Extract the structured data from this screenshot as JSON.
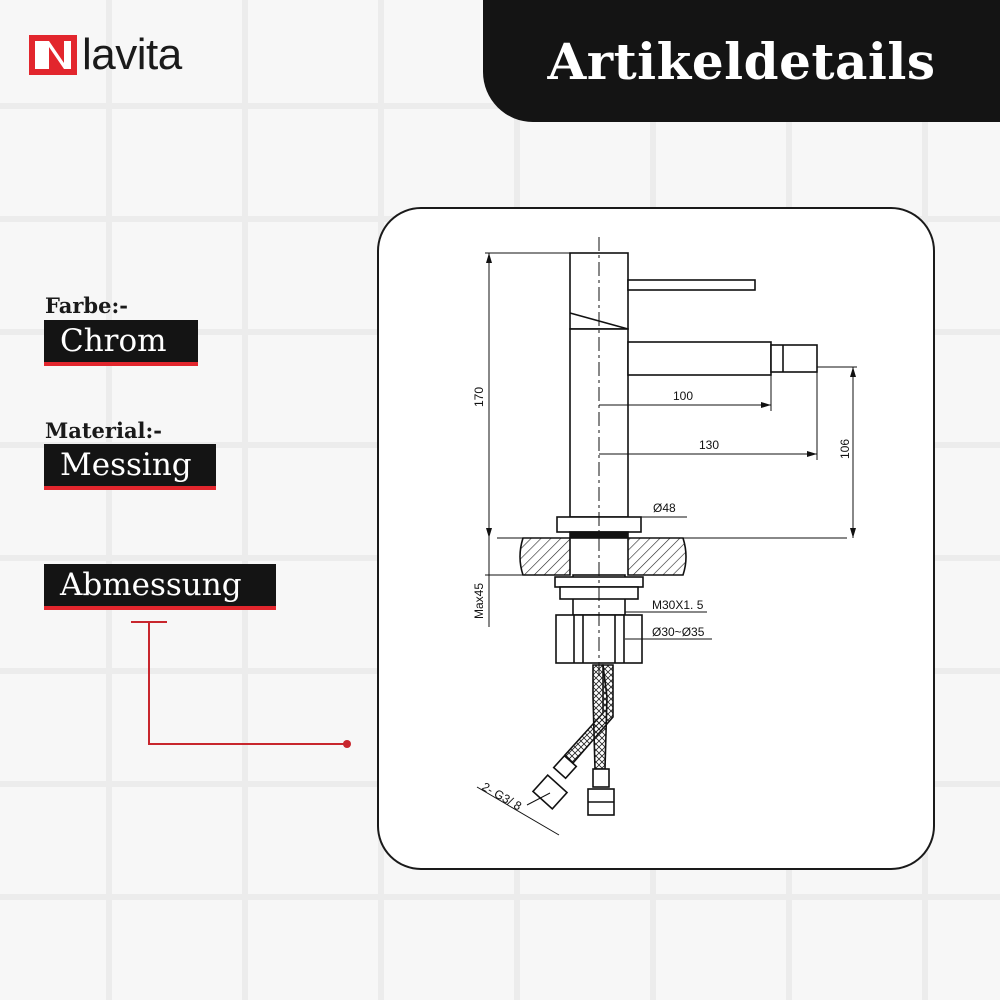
{
  "brand": {
    "logo_text": "lavita",
    "accent_color": "#e2262d"
  },
  "header": {
    "title": "Artikeldetails"
  },
  "details": {
    "color_label": "Farbe:-",
    "color_value": "Chrom",
    "material_label": "Material:-",
    "material_value": "Messing",
    "dimension_label": "Abmessung"
  },
  "drawing": {
    "dims": {
      "height": "170",
      "reach_inner": "100",
      "reach_outer": "130",
      "spout_height": "106",
      "base_diameter": "Ø48",
      "max_thickness": "Max45",
      "thread": "M30X1. 5",
      "hole_diameter": "Ø30~Ø35",
      "hose_thread": "2- G3/ 8"
    }
  }
}
